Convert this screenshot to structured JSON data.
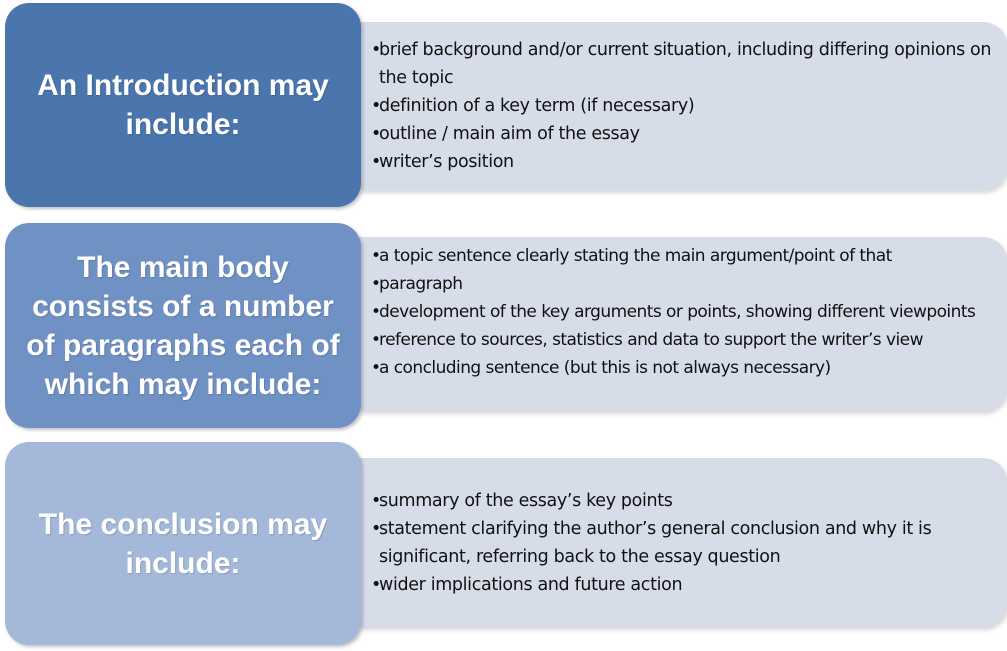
{
  "rows": [
    {
      "heading": "An Introduction may include:",
      "items": [
        "brief background and/or current situation, including differing opinions on the topic",
        "definition of a key term (if necessary)",
        "outline / main aim of the essay",
        "writer’s position"
      ]
    },
    {
      "heading": "The main body consists of a number of paragraphs each of which may include:",
      "items": [
        "a topic sentence clearly stating the main argument/point of that",
        "paragraph",
        "development of the key arguments or points, showing different viewpoints",
        "reference to sources, statistics and data to support the writer’s view",
        "a concluding sentence (but this is not always necessary)"
      ]
    },
    {
      "heading": "The conclusion may include:",
      "items": [
        "summary of the essay’s key points",
        "statement clarifying the author’s general conclusion and why it is significant, referring back to the essay question",
        "wider implications and future action"
      ]
    }
  ],
  "bullet_char": "•",
  "colors": {
    "intro_box": "#4a75ad",
    "body_box": "#7091c4",
    "conclusion_box": "#a4b8d9",
    "panel": "#d7dce9"
  }
}
